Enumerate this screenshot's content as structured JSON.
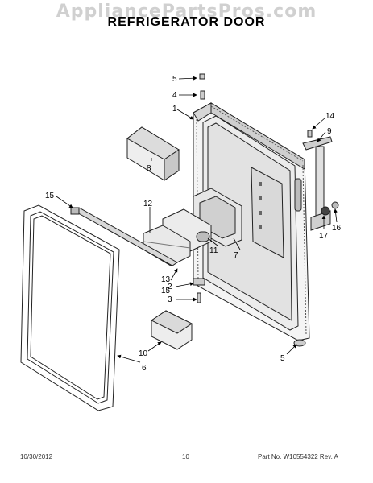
{
  "watermark": "AppliancePartsPros.com",
  "title": "REFRIGERATOR DOOR",
  "callouts": {
    "c1": "1",
    "c2": "2",
    "c3": "3",
    "c4": "4",
    "c5a": "5",
    "c5b": "5",
    "c6": "6",
    "c7": "7",
    "c8": "8",
    "c9": "9",
    "c10": "10",
    "c11": "11",
    "c12": "12",
    "c13": "13",
    "c14": "14",
    "c15a": "15",
    "c15b": "15",
    "c16": "16",
    "c17": "17"
  },
  "footer": {
    "date": "10/30/2012",
    "page": "10",
    "part": "Part No. W10554322  Rev. A"
  }
}
